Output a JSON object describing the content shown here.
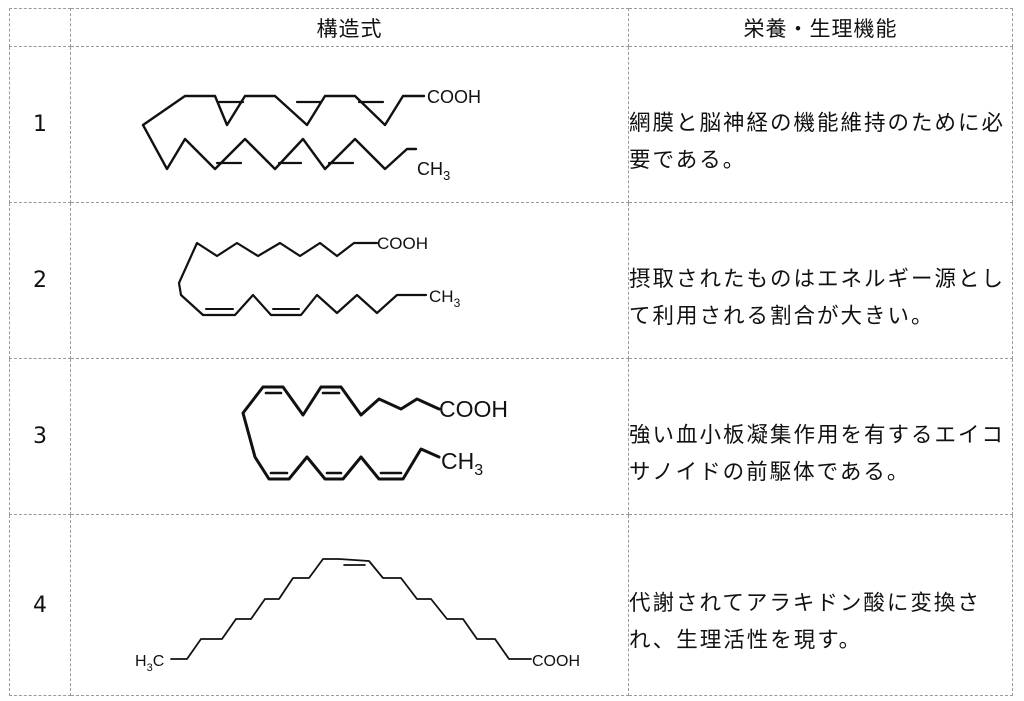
{
  "table": {
    "headers": [
      "",
      "構造式",
      "栄養・生理機能"
    ],
    "rows": [
      {
        "number": "1",
        "formula": {
          "cooh": "COOH",
          "ch3": "CH",
          "ch3_sub": "3"
        },
        "function": "網膜と脳神経の機能維持のために必要である。"
      },
      {
        "number": "2",
        "formula": {
          "cooh": "COOH",
          "ch3": "CH",
          "ch3_sub": "3"
        },
        "function": "摂取されたものはエネルギー源として利用される割合が大きい。"
      },
      {
        "number": "3",
        "formula": {
          "cooh": "COOH",
          "ch3": "CH",
          "ch3_sub": "3"
        },
        "function": "強い血小板凝集作用を有するエイコサノイドの前駆体である。"
      },
      {
        "number": "4",
        "formula": {
          "cooh": "COOH",
          "h3c_h": "H",
          "h3c_sub": "3",
          "h3c_c": "C"
        },
        "function": "代謝されてアラキドン酸に変換され、生理活性を現す。"
      }
    ]
  }
}
